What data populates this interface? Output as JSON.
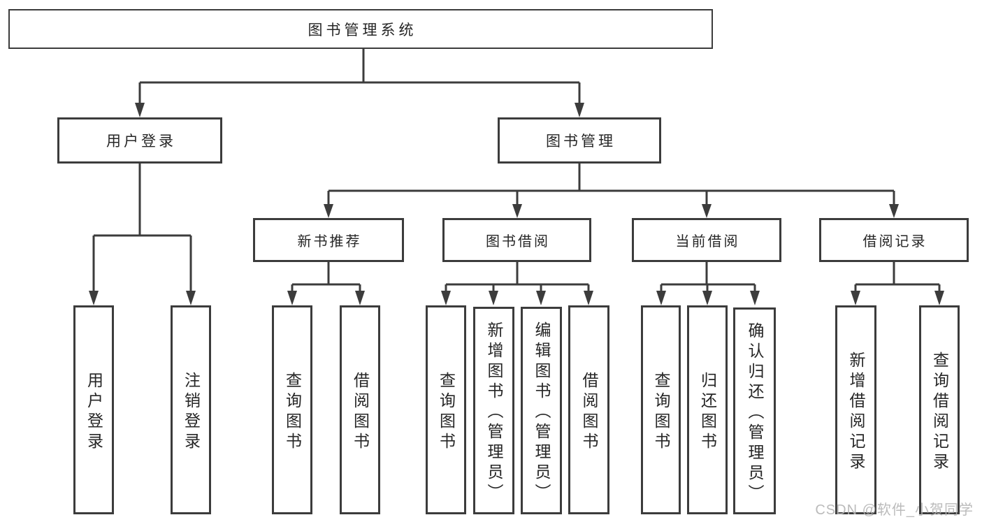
{
  "colors": {
    "line": "#3c3c3c",
    "text": "#262626",
    "watermark": "#b4b4b4",
    "background": "#ffffff"
  },
  "watermark": {
    "text": "CSDN @软件_小贺同学"
  },
  "diagram": {
    "root": {
      "label": "图书管理系统"
    },
    "branches": [
      {
        "label": "用户登录",
        "children": [
          {
            "label": "用户登录"
          },
          {
            "label": "注销登录"
          }
        ]
      },
      {
        "label": "图书管理",
        "children": [
          {
            "label": "新书推荐",
            "children": [
              {
                "label": "查询图书"
              },
              {
                "label": "借阅图书"
              }
            ]
          },
          {
            "label": "图书借阅",
            "children": [
              {
                "label": "查询图书"
              },
              {
                "label": "新增图书（管理员）"
              },
              {
                "label": "编辑图书（管理员）"
              },
              {
                "label": "借阅图书"
              }
            ]
          },
          {
            "label": "当前借阅",
            "children": [
              {
                "label": "查询图书"
              },
              {
                "label": "归还图书"
              },
              {
                "label": "确认归还（管理员）"
              }
            ]
          },
          {
            "label": "借阅记录",
            "children": [
              {
                "label": "新增借阅记录"
              },
              {
                "label": "查询借阅记录"
              }
            ]
          }
        ]
      }
    ]
  }
}
